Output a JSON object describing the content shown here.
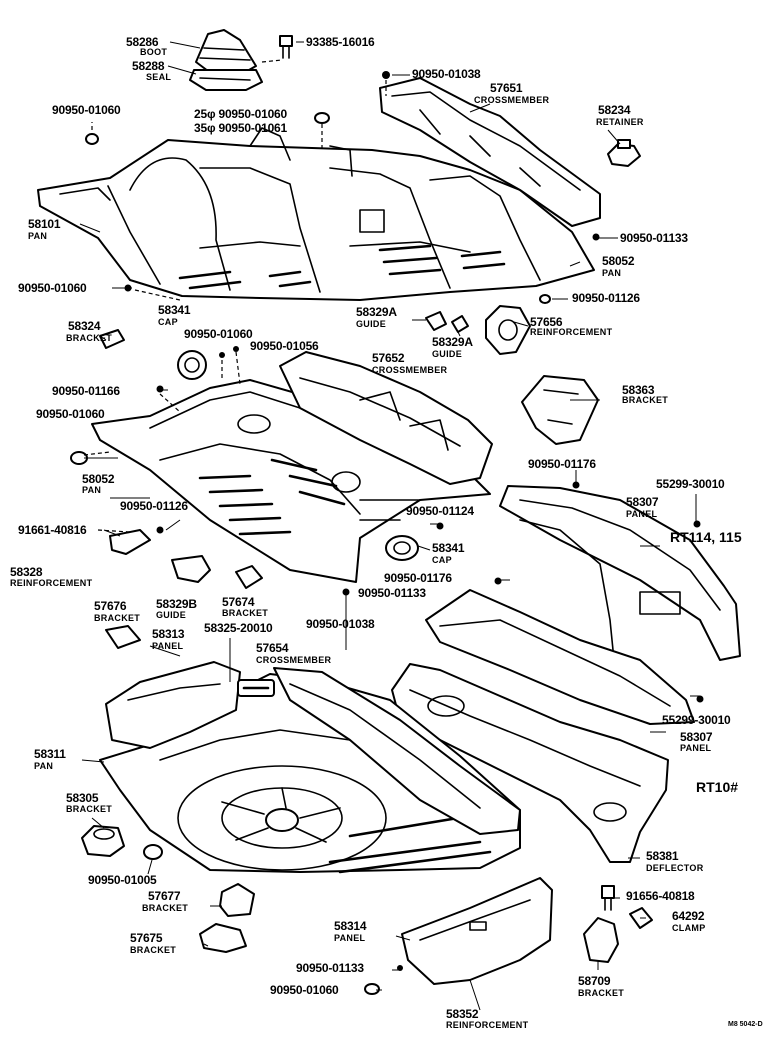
{
  "labels": {
    "l58286": "58286",
    "n58286": "BOOT",
    "l58288": "58288",
    "n58288": "SEAL",
    "l93385": "93385-16016",
    "l90950_01038a": "90950-01038",
    "l57651": "57651",
    "n57651": "CROSSMEMBER",
    "l90950_01060a": "90950-01060",
    "l25phi": "25φ 90950-01060",
    "l35phi": "35φ 90950-01061",
    "l58234": "58234",
    "n58234": "RETAINER",
    "l58101": "58101",
    "n58101": "PAN",
    "l90950_01133a": "90950-01133",
    "l58052a": "58052",
    "n58052a": "PAN",
    "l90950_01060b": "90950-01060",
    "l90950_01126a": "90950-01126",
    "l58329Aa": "58329A",
    "n58329Aa": "GUIDE",
    "l58329Ab": "58329A",
    "n58329Ab": "GUIDE",
    "l57656": "57656",
    "n57656": "REINFORCEMENT",
    "l58324": "58324",
    "n58324": "BRACKET",
    "l58341a": "58341",
    "n58341a": "CAP",
    "l90950_01060c": "90950-01060",
    "l90950_01056": "90950-01056",
    "l57652": "57652",
    "n57652": "CROSSMEMBER",
    "l90950_01166": "90950-01166",
    "l58363": "58363",
    "n58363": "BRACKET",
    "l90950_01060d": "90950-01060",
    "l58052b": "58052",
    "n58052b": "PAN",
    "l90950_01176a": "90950-01176",
    "l55299a": "55299-30010",
    "l58307a": "58307",
    "n58307a": "PANEL",
    "l90950_01126b": "90950-01126",
    "l90950_01124": "90950-01124",
    "lrt114": "RT114, 115",
    "l91661": "91661-40816",
    "l58341b": "58341",
    "n58341b": "CAP",
    "l58328": "58328",
    "n58328": "REINFORCEMENT",
    "l90950_01176b": "90950-01176",
    "l90950_01133b": "90950-01133",
    "l57676": "57676",
    "n57676": "BRACKET",
    "l58329B": "58329B",
    "n58329B": "GUIDE",
    "l57674": "57674",
    "n57674": "BRACKET",
    "l58313": "58313",
    "n58313": "PANEL",
    "l58325": "58325-20010",
    "l90950_01038b": "90950-01038",
    "l57654": "57654",
    "n57654": "CROSSMEMBER",
    "l55299b": "55299-30010",
    "l58311": "58311",
    "n58311": "PAN",
    "l58307b": "58307",
    "n58307b": "PANEL",
    "lrt10": "RT10#",
    "l58305": "58305",
    "n58305": "BRACKET",
    "l90950_01005": "90950-01005",
    "l58381": "58381",
    "n58381": "DEFLECTOR",
    "l57677": "57677",
    "n57677": "BRACKET",
    "l91656": "91656-40818",
    "l64292": "64292",
    "n64292": "CLAMP",
    "l57675": "57675",
    "n57675": "BRACKET",
    "l58314": "58314",
    "n58314": "PANEL",
    "l90950_01133c": "90950-01133",
    "l90950_01060e": "90950-01060",
    "l58709": "58709",
    "n58709": "BRACKET",
    "l58352": "58352",
    "n58352": "REINFORCEMENT",
    "lcode": "M8 5042-D"
  }
}
